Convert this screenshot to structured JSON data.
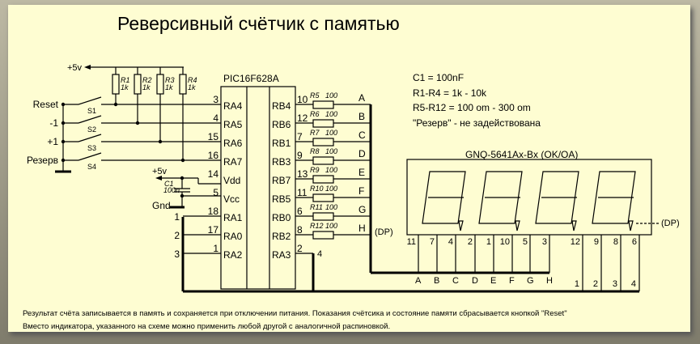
{
  "title": "Реверсивный счётчик с памятью",
  "notes": [
    "C1 = 100nF",
    "R1-R4 = 1k - 10k",
    "R5-R12 = 100 om - 300 om",
    "\"Резерв\" - не задействована"
  ],
  "power": {
    "vcc": "+5v",
    "gnd": "Gnd"
  },
  "capacitor": {
    "name": "C1",
    "value": "100n"
  },
  "inputs": [
    {
      "label": "Reset",
      "switch": "S1"
    },
    {
      "label": "-1",
      "switch": "S2"
    },
    {
      "label": "+1",
      "switch": "S3"
    },
    {
      "label": "Резерв",
      "switch": "S4"
    }
  ],
  "pullups": [
    {
      "name": "R1",
      "value": "1k"
    },
    {
      "name": "R2",
      "value": "1k"
    },
    {
      "name": "R3",
      "value": "1k"
    },
    {
      "name": "R4",
      "value": "1k"
    }
  ],
  "chip": {
    "name": "PIC16F628A",
    "left_pins": [
      {
        "num": "3",
        "label": "RA4"
      },
      {
        "num": "4",
        "label": "RA5"
      },
      {
        "num": "15",
        "label": "RA6"
      },
      {
        "num": "16",
        "label": "RA7"
      },
      {
        "num": "14",
        "label": "Vdd"
      },
      {
        "num": "5",
        "label": "Vcc"
      },
      {
        "num": "18",
        "label": "RA1"
      },
      {
        "num": "17",
        "label": "RA0"
      },
      {
        "num": "1",
        "label": "RA2"
      }
    ],
    "right_pins": [
      {
        "num": "10",
        "label": "RB4",
        "res": "R5",
        "value": "100",
        "out": "A"
      },
      {
        "num": "12",
        "label": "RB6",
        "res": "R6",
        "value": "100",
        "out": "B"
      },
      {
        "num": "7",
        "label": "RB1",
        "res": "R7",
        "value": "100",
        "out": "C"
      },
      {
        "num": "9",
        "label": "RB3",
        "res": "R8",
        "value": "100",
        "out": "D"
      },
      {
        "num": "13",
        "label": "RB7",
        "res": "R9",
        "value": "100",
        "out": "E"
      },
      {
        "num": "11",
        "label": "RB5",
        "res": "R10",
        "value": "100",
        "out": "F"
      },
      {
        "num": "6",
        "label": "RB0",
        "res": "R11",
        "value": "100",
        "out": "G"
      },
      {
        "num": "8",
        "label": "RB2",
        "res": "R12",
        "value": "100",
        "out": "H"
      },
      {
        "num": "2",
        "label": "RA3"
      }
    ],
    "left_bus_numbers": [
      "1",
      "2",
      "3"
    ],
    "ra3_bus_number": "4",
    "dp_label": "(DP)"
  },
  "display": {
    "name": "GNQ-5641Ax-Bx (OK/OA)",
    "dp_label": "(DP)",
    "segment_pins": [
      "11",
      "7",
      "4",
      "2",
      "1",
      "10",
      "5",
      "3"
    ],
    "segment_letters": [
      "A",
      "B",
      "C",
      "D",
      "E",
      "F",
      "G",
      "H"
    ],
    "digit_pins": [
      "12",
      "9",
      "8",
      "6"
    ],
    "digit_numbers": [
      "1",
      "2",
      "3",
      "4"
    ]
  },
  "footer": [
    "Результат счёта записывается в память и сохраняется при отключении питания. Показания счётсика и состояние памяти сбрасывается кнопкой \"Reset\"",
    "Вместо индикатора, указанного на схеме можно применить любой другой с аналогичной распиновкой."
  ]
}
